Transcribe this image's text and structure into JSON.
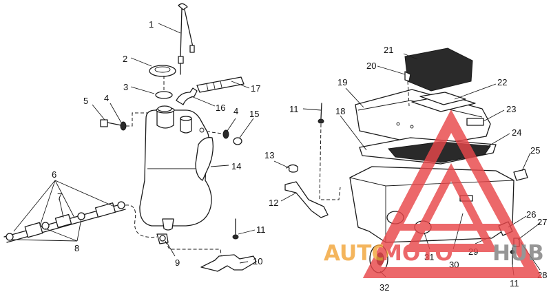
{
  "callouts": [
    "1",
    "2",
    "3",
    "4",
    "5",
    "16",
    "17",
    "4",
    "15",
    "14",
    "6",
    "7",
    "8",
    "11",
    "12",
    "13",
    "11",
    "10",
    "9",
    "18",
    "19",
    "20",
    "21",
    "22",
    "23",
    "24",
    "25",
    "26",
    "27",
    "28",
    "11",
    "29",
    "30",
    "31",
    "32"
  ],
  "watermark": {
    "part1": "AUTO",
    "part2": "MOTO",
    "part3": "HUB",
    "color_orange": "#f2a53a",
    "color_red": "#e8474a",
    "color_gray": "#7f7f7f"
  }
}
